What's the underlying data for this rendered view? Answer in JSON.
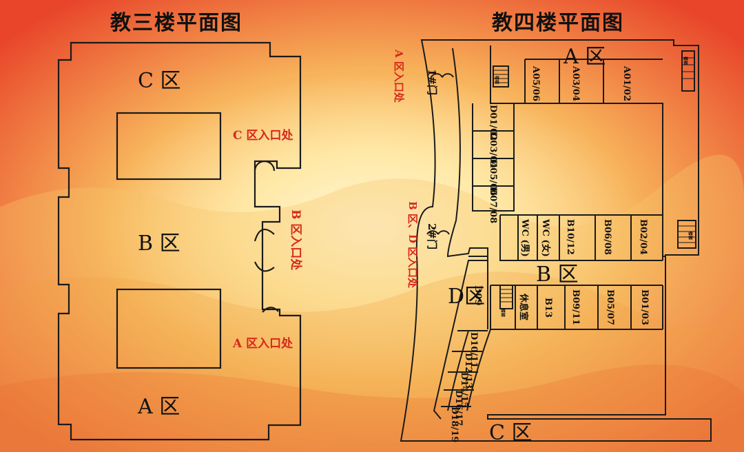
{
  "colors": {
    "wall": "#1a1a1a",
    "entrance_text": "#d6281c",
    "text": "#111111"
  },
  "floor3": {
    "title": "教三楼平面图",
    "zone_c": "C 区",
    "zone_b": "B 区",
    "zone_a": "A 区",
    "entrance_c": "C 区入口处",
    "entrance_b": "B 区入口处",
    "entrance_a": "A 区入口处"
  },
  "floor4": {
    "title": "教四楼平面图",
    "zone_a": "A 区",
    "zone_b": "B 区",
    "zone_c": "C 区",
    "zone_d": "D区",
    "entrance_a": "A 区入口处",
    "entrance_bd": "B 区、D 区入口处",
    "door1": "1#门",
    "door2": "2#门",
    "rooms_a": [
      "A05/06",
      "A03/04",
      "A01/02"
    ],
    "rooms_d_upper": [
      "D01/02",
      "D03/04",
      "D05/06",
      "D07/08"
    ],
    "rooms_b_upper": [
      "WC (男)",
      "WC (女)",
      "B10/12",
      "B06/08",
      "B02/04"
    ],
    "rooms_b_lower": [
      "休息室",
      "B13",
      "B09/11",
      "B05/07",
      "B01/03"
    ],
    "room_d09": "D09",
    "rooms_d_lower": [
      "D10/11",
      "D12/13",
      "D14/15",
      "D16/17",
      "D18/19"
    ],
    "stairs_labels": [
      "楼梯",
      "楼梯",
      "楼梯",
      "楼梯"
    ]
  }
}
